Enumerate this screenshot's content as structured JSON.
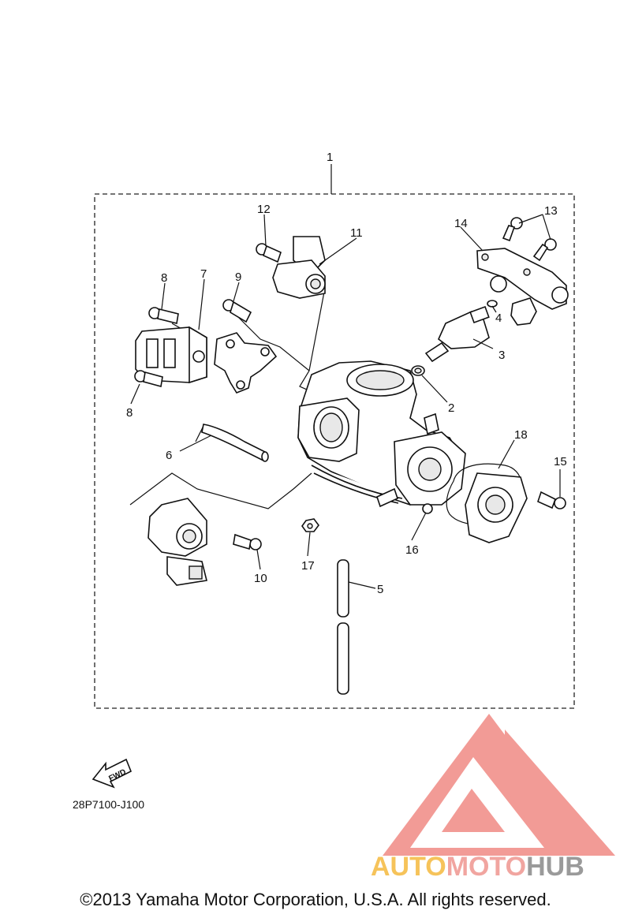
{
  "diagram": {
    "part_callouts": [
      "1",
      "2",
      "3",
      "4",
      "5",
      "6",
      "7",
      "8",
      "8",
      "9",
      "10",
      "11",
      "12",
      "13",
      "14",
      "15",
      "16",
      "17",
      "18"
    ],
    "fwd_label": "FWD",
    "part_code": "28P7100-J100",
    "copyright": "©2013 Yamaha Motor Corporation, U.S.A. All rights reserved."
  },
  "watermark": {
    "part1": "AUTO",
    "part2": "MOTO",
    "part3": "HUB",
    "colors": {
      "auto": "#f6c35a",
      "moto": "#f1a5a0",
      "hub": "#9a9a9a",
      "logo": "#f08a84"
    }
  }
}
